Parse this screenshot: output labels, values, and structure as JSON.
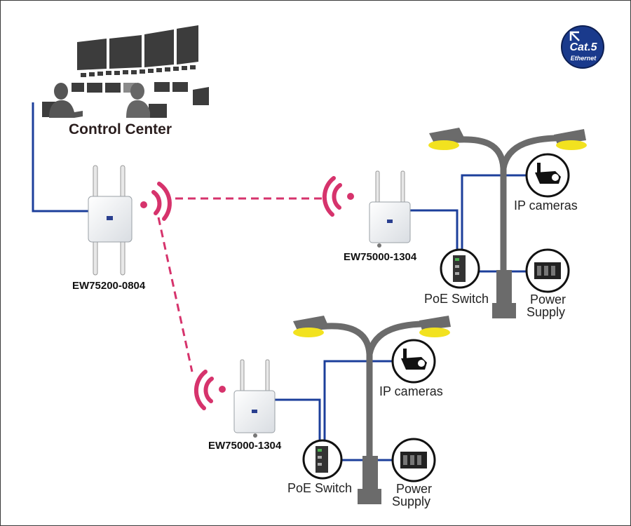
{
  "control_center": {
    "label": "Control Center"
  },
  "badge": {
    "line1": "Cat.5",
    "line2": "Ethernet",
    "color": "#1a3a8c"
  },
  "colors": {
    "cable": "#1c3f9b",
    "wireless": "#d6336c",
    "pole": "#6b6b6b",
    "lamp": "#f2e21f"
  },
  "main_ap": {
    "model": "EW75200-0804"
  },
  "site_1": {
    "ap_model": "EW75000-1304",
    "camera_label": "IP cameras",
    "switch_label": "PoE Switch",
    "power_label_1": "Power",
    "power_label_2": "Supply"
  },
  "site_2": {
    "ap_model": "EW75000-1304",
    "camera_label": "IP cameras",
    "switch_label": "PoE Switch",
    "power_label_1": "Power",
    "power_label_2": "Supply"
  }
}
